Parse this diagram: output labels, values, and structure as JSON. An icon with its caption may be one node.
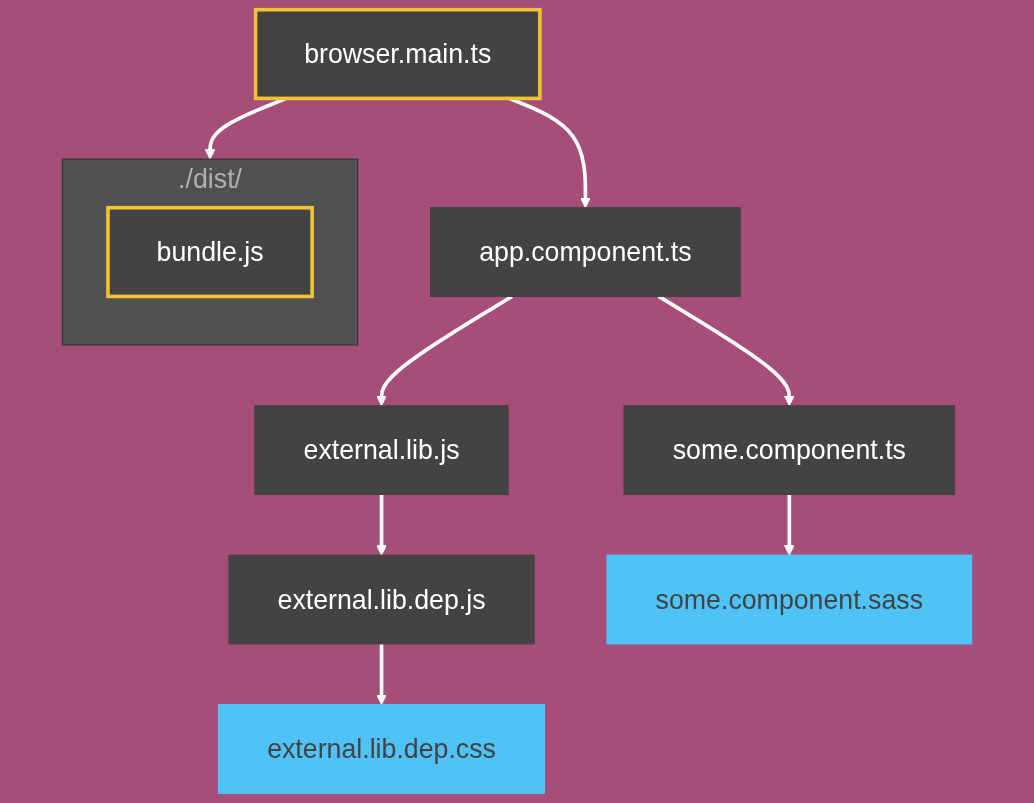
{
  "diagram": {
    "nodes": [
      {
        "text": [
          "./dist/"
        ]
      },
      {
        "text": [
          "bundle.js"
        ],
        "in": 0
      },
      {
        "text": [
          "browser.main.ts"
        ]
      },
      {
        "text": [
          "app.component.ts"
        ]
      },
      {
        "text": [
          "external.lib.js"
        ]
      },
      {
        "text": [
          "external.lib.dep.js"
        ]
      },
      {
        "text": [
          "external.lib.dep.css"
        ]
      },
      {
        "text": [
          "some.component.ts"
        ]
      },
      {
        "text": [
          "some.component.sass"
        ]
      }
    ],
    "edges": [
      {
        "from": 2,
        "to": 0,
        "arrow": "to"
      },
      {
        "from": 2,
        "to": 3,
        "arrow": "to"
      },
      {
        "from": 3,
        "to": 4,
        "arrow": "to"
      },
      {
        "from": 3,
        "to": 7,
        "arrow": "to"
      },
      {
        "from": 4,
        "to": 5,
        "arrow": "to"
      },
      {
        "from": 5,
        "to": 6,
        "arrow": "to"
      },
      {
        "from": 7,
        "to": 8,
        "arrow": "to"
      }
    ]
  }
}
